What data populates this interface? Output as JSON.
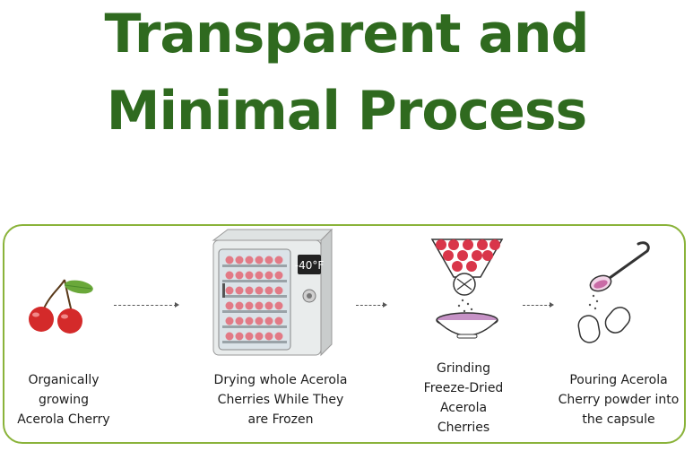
{
  "title": {
    "line1": "Transparent and",
    "line2": "Minimal Process"
  },
  "steps": [
    {
      "icon": "acerola-cherry-icon",
      "lines": [
        "Organically",
        "growing",
        "Acerola Cherry"
      ]
    },
    {
      "icon": "freeze-dryer-icon",
      "freezer_temp": "-40°F",
      "lines": [
        "Drying whole Acerola",
        "Cherries While They",
        "are Frozen"
      ]
    },
    {
      "icon": "grinder-bowl-icon",
      "lines": [
        "Grinding",
        "Freeze-Dried",
        "Acerola",
        "Cherries"
      ]
    },
    {
      "icon": "spoon-capsule-icon",
      "lines": [
        "Pouring Acerola",
        "Cherry powder into",
        "the capsule"
      ]
    }
  ],
  "colors": {
    "title": "#2f6a1f",
    "panel_border": "#8ab33a",
    "cherry": "#d42a2a",
    "leaf": "#6aa83a"
  }
}
